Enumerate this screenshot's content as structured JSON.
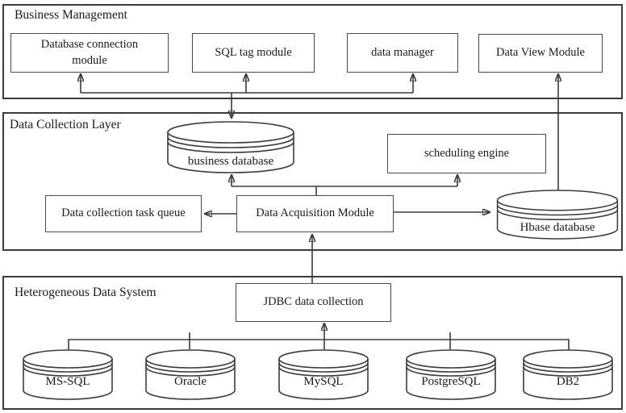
{
  "layers": {
    "business_management": {
      "label": "Business Management"
    },
    "data_collection": {
      "label": "Data Collection Layer"
    },
    "heterogeneous": {
      "label": "Heterogeneous Data System"
    }
  },
  "nodes": {
    "database_connection_module": {
      "label": "Database connection module",
      "shape": "box"
    },
    "sql_tag_module": {
      "label": "SQL tag module",
      "shape": "box"
    },
    "data_manager": {
      "label": "data manager",
      "shape": "box"
    },
    "data_view_module": {
      "label": "Data View Module",
      "shape": "box"
    },
    "business_database": {
      "label": "business database",
      "shape": "cylinder"
    },
    "scheduling_engine": {
      "label": "scheduling engine",
      "shape": "box"
    },
    "data_collection_task_queue": {
      "label": "Data collection task queue",
      "shape": "box"
    },
    "data_acquisition_module": {
      "label": "Data Acquisition Module",
      "shape": "box"
    },
    "hbase_database": {
      "label": "Hbase database",
      "shape": "cylinder"
    },
    "jdbc_data_collection": {
      "label": "JDBC data collection",
      "shape": "box"
    },
    "ms_sql": {
      "label": "MS-SQL",
      "shape": "cylinder"
    },
    "oracle": {
      "label": "Oracle",
      "shape": "cylinder"
    },
    "mysql": {
      "label": "MySQL",
      "shape": "cylinder"
    },
    "postgresql": {
      "label": "PostgreSQL",
      "shape": "cylinder"
    },
    "db2": {
      "label": "DB2",
      "shape": "cylinder"
    }
  },
  "edges": [
    {
      "from": "business database",
      "to": "Database connection module",
      "type": "arrow"
    },
    {
      "from": "business database",
      "to": "SQL tag module",
      "type": "arrow"
    },
    {
      "from": "business database",
      "to": "data manager",
      "type": "arrow"
    },
    {
      "from": "Business Management modules",
      "to": "business database",
      "type": "arrow"
    },
    {
      "from": "Data Acquisition Module",
      "to": "business database",
      "type": "arrow"
    },
    {
      "from": "Data Acquisition Module",
      "to": "scheduling engine",
      "type": "arrow"
    },
    {
      "from": "Data Acquisition Module",
      "to": "Data collection task queue",
      "type": "arrow"
    },
    {
      "from": "Data Acquisition Module",
      "to": "Hbase database",
      "type": "arrow"
    },
    {
      "from": "Hbase database",
      "to": "Data View Module",
      "type": "arrow"
    },
    {
      "from": "JDBC data collection",
      "to": "Data Acquisition Module",
      "type": "arrow"
    },
    {
      "from": "MS-SQL",
      "to": "JDBC data collection",
      "type": "arrow"
    },
    {
      "from": "Oracle",
      "to": "JDBC data collection",
      "type": "arrow"
    },
    {
      "from": "MySQL",
      "to": "JDBC data collection",
      "type": "arrow"
    },
    {
      "from": "PostgreSQL",
      "to": "JDBC data collection",
      "type": "arrow"
    },
    {
      "from": "DB2",
      "to": "JDBC data collection",
      "type": "arrow"
    }
  ],
  "colors": {
    "line": "#3b3b3b",
    "text": "#1a1a1a",
    "background": "#ffffff"
  }
}
